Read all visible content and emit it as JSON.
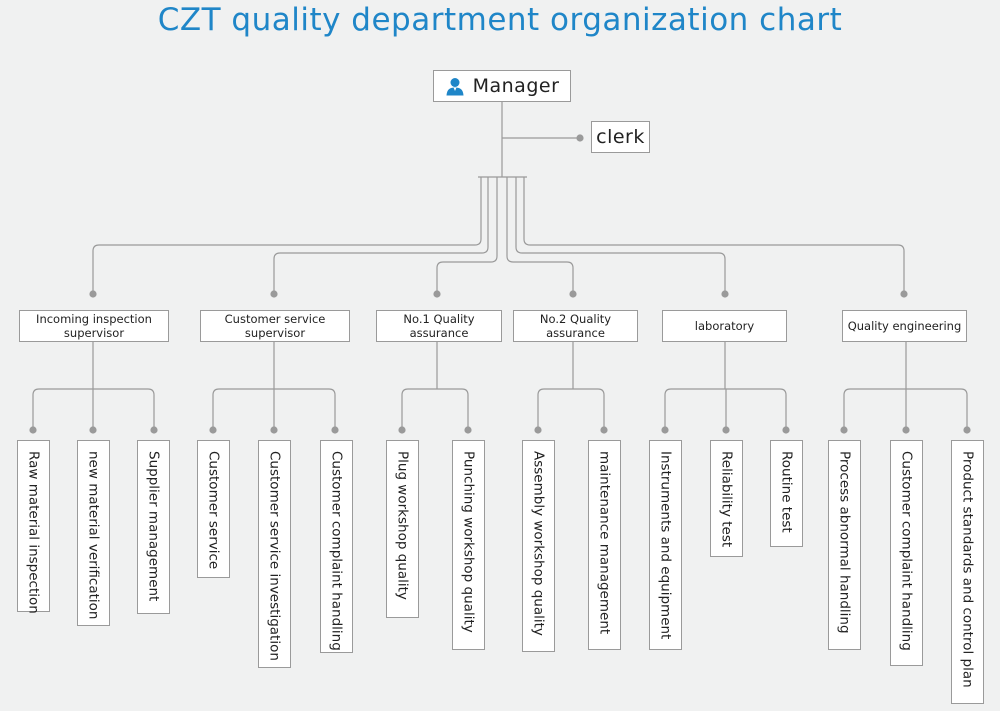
{
  "title": "CZT quality department organization chart",
  "manager": {
    "label": "Manager",
    "icon": "person-icon"
  },
  "clerk": {
    "label": "clerk"
  },
  "colors": {
    "title": "#1f86c8",
    "lines": "#9a9a9a",
    "icon": "#1f86c8",
    "background": "#f0f1f1"
  },
  "departments": [
    {
      "label": "Incoming inspection supervisor",
      "tasks": [
        "Raw material inspection",
        "new material verification",
        "Supplier management"
      ]
    },
    {
      "label": "Customer service supervisor",
      "tasks": [
        "Customer service",
        "Customer service investigation",
        "Customer complaint handling"
      ]
    },
    {
      "label": "No.1  Quality assurance",
      "tasks": [
        "Plug workshop quality",
        "Punching workshop quality"
      ]
    },
    {
      "label": "No.2  Quality assurance",
      "tasks": [
        "Assembly workshop quality",
        "maintenance management"
      ]
    },
    {
      "label": "laboratory",
      "tasks": [
        "Instruments and equipment",
        "Reliability test",
        "Routine test"
      ]
    },
    {
      "label": "Quality engineering",
      "tasks": [
        "Process abnormal handling",
        "Customer complaint handling",
        "Product standards and control plan"
      ]
    }
  ]
}
